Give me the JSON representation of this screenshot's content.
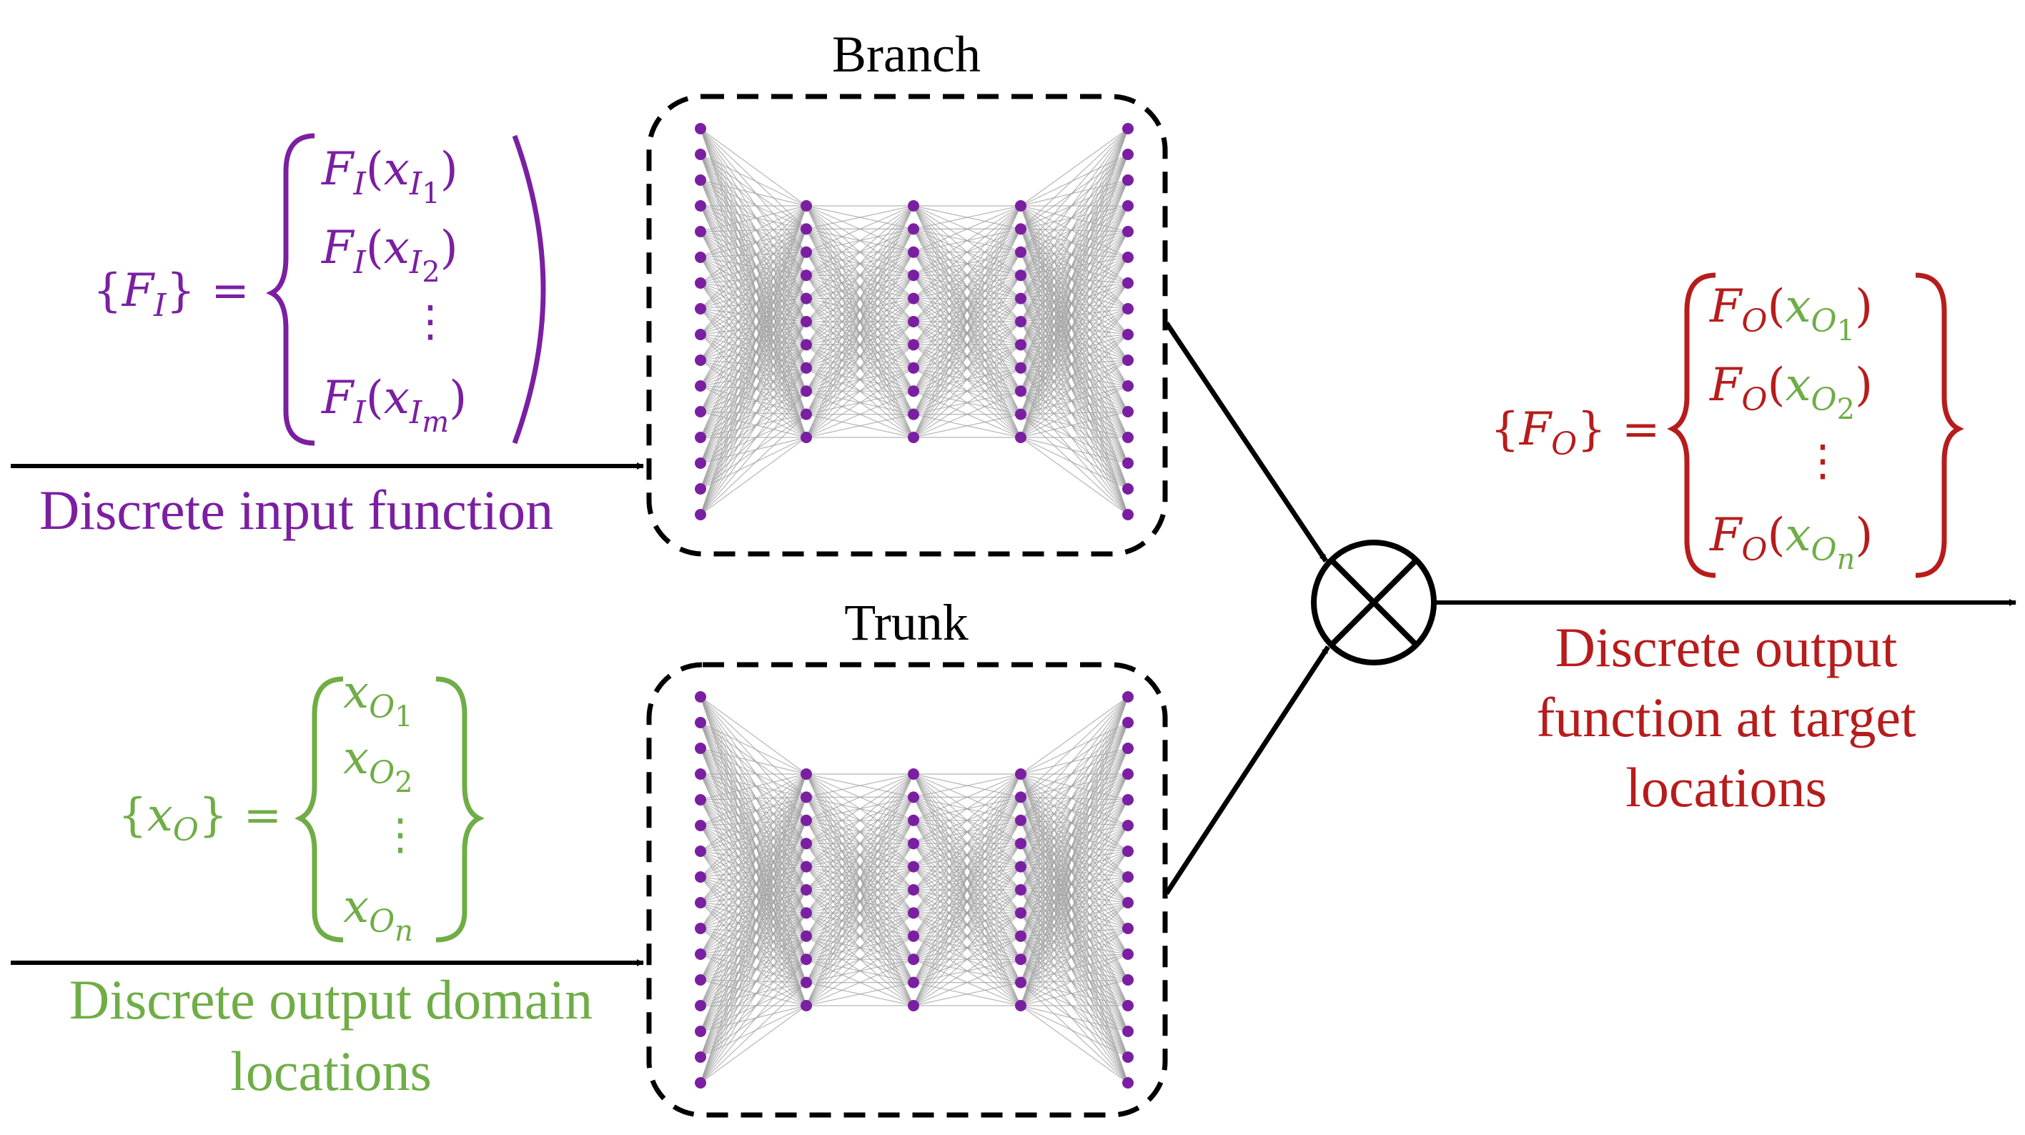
{
  "colors": {
    "input": "#7b1fa2",
    "domain": "#6fad46",
    "output": "#b71c1c",
    "node": "#7b1fa2",
    "edge": "#9e9e9e",
    "line": "#000000"
  },
  "branch": {
    "title": "Branch"
  },
  "trunk": {
    "title": "Trunk"
  },
  "input": {
    "label": "Discrete input function",
    "lhs": {
      "open": "{",
      "var": "F",
      "sub": "I",
      "close": "}",
      "eq": "="
    },
    "entries": [
      {
        "f": "F",
        "fsub": "I",
        "x": "x",
        "xsub": "I",
        "xsubsub": "1"
      },
      {
        "f": "F",
        "fsub": "I",
        "x": "x",
        "xsub": "I",
        "xsubsub": "2"
      },
      {
        "f": "F",
        "fsub": "I",
        "x": "x",
        "xsub": "I",
        "xsubsub": "m"
      }
    ],
    "dots": "⋮"
  },
  "domain": {
    "label_line1": "Discrete output domain",
    "label_line2": "locations",
    "lhs": {
      "open": "{",
      "var": "x",
      "sub": "O",
      "close": "}",
      "eq": "="
    },
    "entries": [
      {
        "x": "x",
        "xsub": "O",
        "xsubsub": "1"
      },
      {
        "x": "x",
        "xsub": "O",
        "xsubsub": "2"
      },
      {
        "x": "x",
        "xsub": "O",
        "xsubsub": "n"
      }
    ],
    "dots": "⋮"
  },
  "output": {
    "label_line1": "Discrete output",
    "label_line2": "function at target",
    "label_line3": "locations",
    "lhs": {
      "open": "{",
      "var": "F",
      "sub": "O",
      "close": "}",
      "eq": "="
    },
    "entries": [
      {
        "f": "F",
        "fsub": "O",
        "x": "x",
        "xsub": "O",
        "xsubsub": "1"
      },
      {
        "f": "F",
        "fsub": "O",
        "x": "x",
        "xsub": "O",
        "xsubsub": "2"
      },
      {
        "f": "F",
        "fsub": "O",
        "x": "x",
        "xsub": "O",
        "xsubsub": "n"
      }
    ],
    "dots": "⋮"
  },
  "network": {
    "layer_sizes": [
      16,
      11,
      11,
      11,
      16
    ]
  }
}
